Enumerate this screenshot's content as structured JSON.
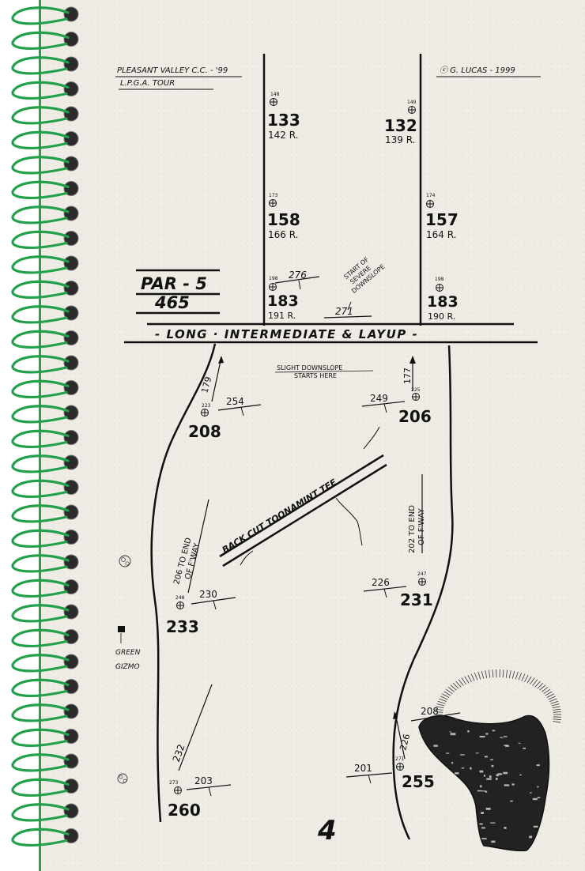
{
  "header": {
    "course": "PLEASANT VALLEY C.C. - '99",
    "tour": "L.P.G.A. TOUR",
    "copyright": "ⓒ G. LUCAS - 1999"
  },
  "hole": {
    "par_label": "PAR - 5",
    "yardage": "465",
    "page_number": "4"
  },
  "banner": "- LONG · INTERMEDIATE & LAYUP -",
  "top_markers": [
    {
      "small": "148",
      "big": "133",
      "sub": "142 R."
    },
    {
      "small": "149",
      "big": "132",
      "sub": "139 R."
    },
    {
      "small": "173",
      "big": "158",
      "sub": "166 R."
    },
    {
      "small": "174",
      "big": "157",
      "sub": "164 R."
    },
    {
      "small": "198",
      "big": "183",
      "sub": "191 R."
    },
    {
      "small": "198",
      "big": "183",
      "sub": "190 R."
    }
  ],
  "notes": {
    "carry_276": "276",
    "carry_271": "271",
    "downslope_1": "START OF",
    "downslope_2": "SEVERE",
    "downslope_3": "DOWNSLOPE",
    "slight_1": "SLIGHT DOWNSLOPE",
    "slight_2": "STARTS HERE",
    "arrow_179": "179",
    "arrow_177": "177",
    "tee_label": "BACK CUT TOONAMINT TEE",
    "left_end_1": "206 TO END",
    "left_end_2": "OF F'WAY",
    "right_end_1": "202 TO END",
    "right_end_2": "OF F'WAY",
    "arrow_232": "232",
    "arrow_226": "226",
    "gizmo_1": "GREEN",
    "gizmo_2": "GIZMO"
  },
  "fairway_markers": [
    {
      "small": "223",
      "big": "208",
      "carry": "254"
    },
    {
      "small": "225",
      "big": "206",
      "carry": "249"
    },
    {
      "small": "248",
      "big": "233",
      "carry": "230"
    },
    {
      "small": "247",
      "big": "231",
      "carry": "226"
    },
    {
      "small": "273",
      "big": "260",
      "carry": "203"
    },
    {
      "small": "271",
      "big": "255",
      "carry": "201"
    },
    {
      "small": "",
      "big": "",
      "carry": "208"
    }
  ]
}
